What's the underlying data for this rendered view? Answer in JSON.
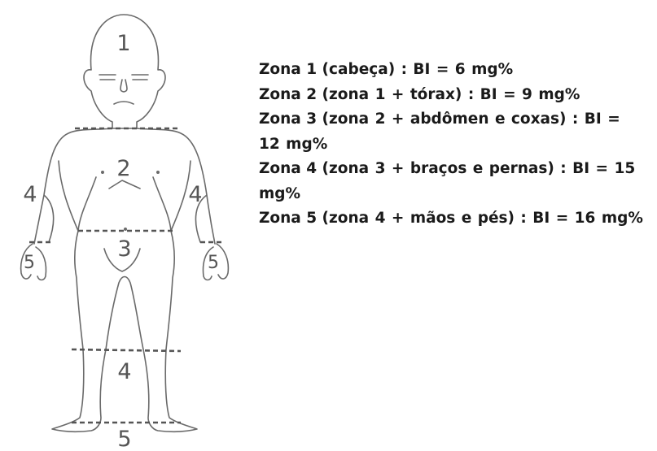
{
  "figure": {
    "labels": {
      "head": "1",
      "torso": "2",
      "arm_left": "4",
      "arm_right": "4",
      "abdomen": "3",
      "hand_left": "5",
      "hand_right": "5",
      "leg": "4",
      "foot": "5"
    }
  },
  "legend": [
    {
      "zone": "Zona 1",
      "description": "(cabeça) : BI = 6 mg%"
    },
    {
      "zone": "Zona 2",
      "description": "(zona 1 + tórax) : BI = 9 mg%"
    },
    {
      "zone": "Zona 3",
      "description": "(zona 2 + abdômen e coxas) : BI = 12 mg%"
    },
    {
      "zone": "Zona 4",
      "description": "(zona 3 + braços e pernas) : BI = 15 mg%"
    },
    {
      "zone": "Zona 5",
      "description": "(zona 4 + mãos e pés) : BI = 16 mg%"
    }
  ]
}
